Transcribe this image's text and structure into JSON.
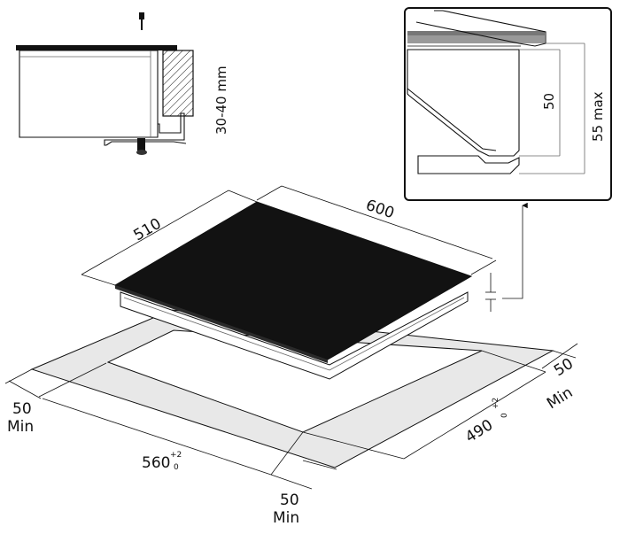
{
  "labels": {
    "hob_depth": "510",
    "hob_width": "600",
    "worktop_thickness": "30-40 mm",
    "detail_height": "50",
    "detail_max": "55 max",
    "cutout_width": "560",
    "cutout_width_tol_upper": "+2",
    "cutout_width_tol_lower": "0",
    "cutout_depth": "490",
    "cutout_depth_tol_upper": "+2",
    "cutout_depth_tol_lower": "0",
    "clearance_left_value": "50",
    "clearance_left_unit": "Min",
    "clearance_front_value": "50",
    "clearance_front_unit": "Min",
    "clearance_right_value": "50",
    "clearance_right_unit": "Min"
  },
  "colors": {
    "glass": "#121212",
    "clearance_zone": "#e8e8e8",
    "worktop_fill": "#ffffff",
    "line": "#111111"
  }
}
